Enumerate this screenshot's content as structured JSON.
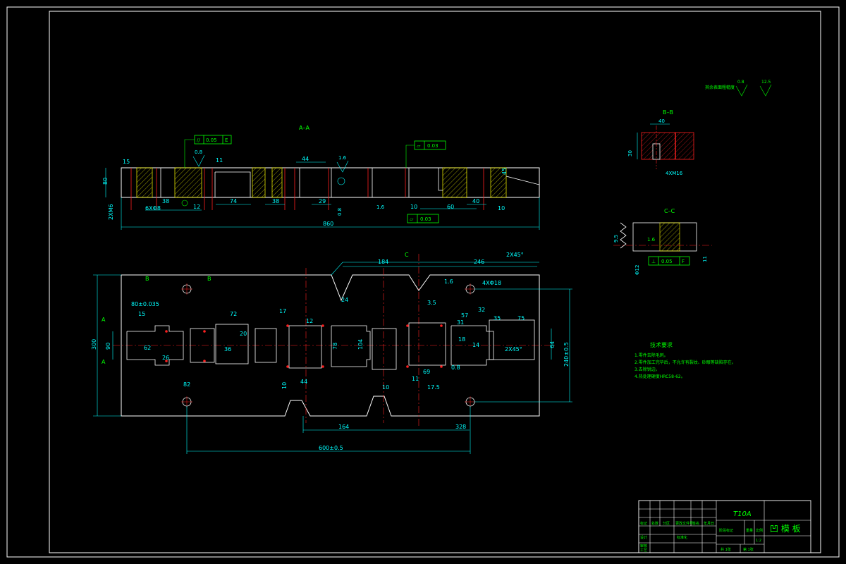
{
  "colors": {
    "background": "#000000",
    "frame": "#ffffff",
    "outline": "#ffffff",
    "dimension": "#00ffff",
    "annotation": "#00ff00",
    "centerline": "#ff2020",
    "hatch": "#ffff00",
    "title_text": "#00ff00",
    "red_hatch": "#ff2020"
  },
  "sections": {
    "aa_label": "A–A",
    "bb_label": "B–B",
    "cc_label": "C–C",
    "b_marker": "B",
    "c_marker": "C",
    "a_marker": "A"
  },
  "top_view_dims": {
    "overall": "860",
    "d15": "15",
    "d80": "80",
    "d38": "38",
    "d74": "74",
    "d12": "12",
    "d11": "11",
    "d44": "44",
    "d29": "29",
    "d10": "10",
    "d60": "60",
    "d40": "40",
    "d10b": "10",
    "hole_spec": "6XΦ8",
    "thread": "2XM6",
    "parallel_tol": "0.05",
    "parallel_ref": "E",
    "flat_tol": "0.03",
    "flat_tol2": "0.03",
    "rough1": "1.6",
    "rough2": "0.8",
    "rough3": "1.6",
    "rough4": "0.8",
    "d45": "45"
  },
  "plan_view_dims": {
    "d184": "184",
    "d246": "246",
    "chamfer": "2X45°",
    "d300": "300",
    "d90": "90",
    "d80tol": "80±0.035",
    "d15": "15",
    "d72": "72",
    "d17": "17",
    "d240": "240±0.5",
    "d164": "164",
    "d328": "328",
    "d600": "600±0.5",
    "d82": "82",
    "d57": "57",
    "d35": "35",
    "d75": "75",
    "d64": "64",
    "d62": "62",
    "d12": "12",
    "d14": "14",
    "d10": "10",
    "d44": "44",
    "holes": "4XΦ18",
    "rough16": "1.6",
    "rough08": "0.8",
    "d24": "24",
    "d26": "26",
    "d32": "32",
    "d31": "31",
    "d18": "18",
    "d69": "69",
    "d17_5": "17.5",
    "d11": "11",
    "d10b": "10",
    "chamfer2": "2X45°",
    "d78": "78",
    "d104": "104",
    "d36": "36",
    "d20": "20",
    "d3_5": "3.5"
  },
  "bb_view": {
    "d40": "40",
    "d30": "30",
    "thread": "4XM16"
  },
  "cc_view": {
    "d9_5": "9.5",
    "rough": "1.6",
    "perp_tol": "0.05",
    "perp_ref": "F",
    "d11": "11",
    "d12": "Φ12"
  },
  "roughness_note": {
    "text": "其余表面粗糙度",
    "r1": "0.8",
    "r2": "12.5"
  },
  "tech_requirements": {
    "title": "技术要求",
    "items": [
      "1.零件去除毛刺。",
      "2.零件加工完毕后，不允许有裂纹、砂眼等缺陷存在。",
      "3.去除锐边。",
      "4.热处理硬度HRC58-62。"
    ]
  },
  "title_block": {
    "material": "T10A",
    "part_name": "凹  模  板",
    "row_labels": [
      "标记",
      "处数",
      "分区",
      "更改文件号",
      "签名",
      "年月日"
    ],
    "design": "设计",
    "standard": "标准化",
    "review": "审核",
    "process": "工艺",
    "stage_mark": "阶段标记",
    "weight": "重量",
    "scale": "比例",
    "scale_val": "1:2",
    "sheet_total": "共 1张",
    "sheet_num": "第 1张"
  }
}
